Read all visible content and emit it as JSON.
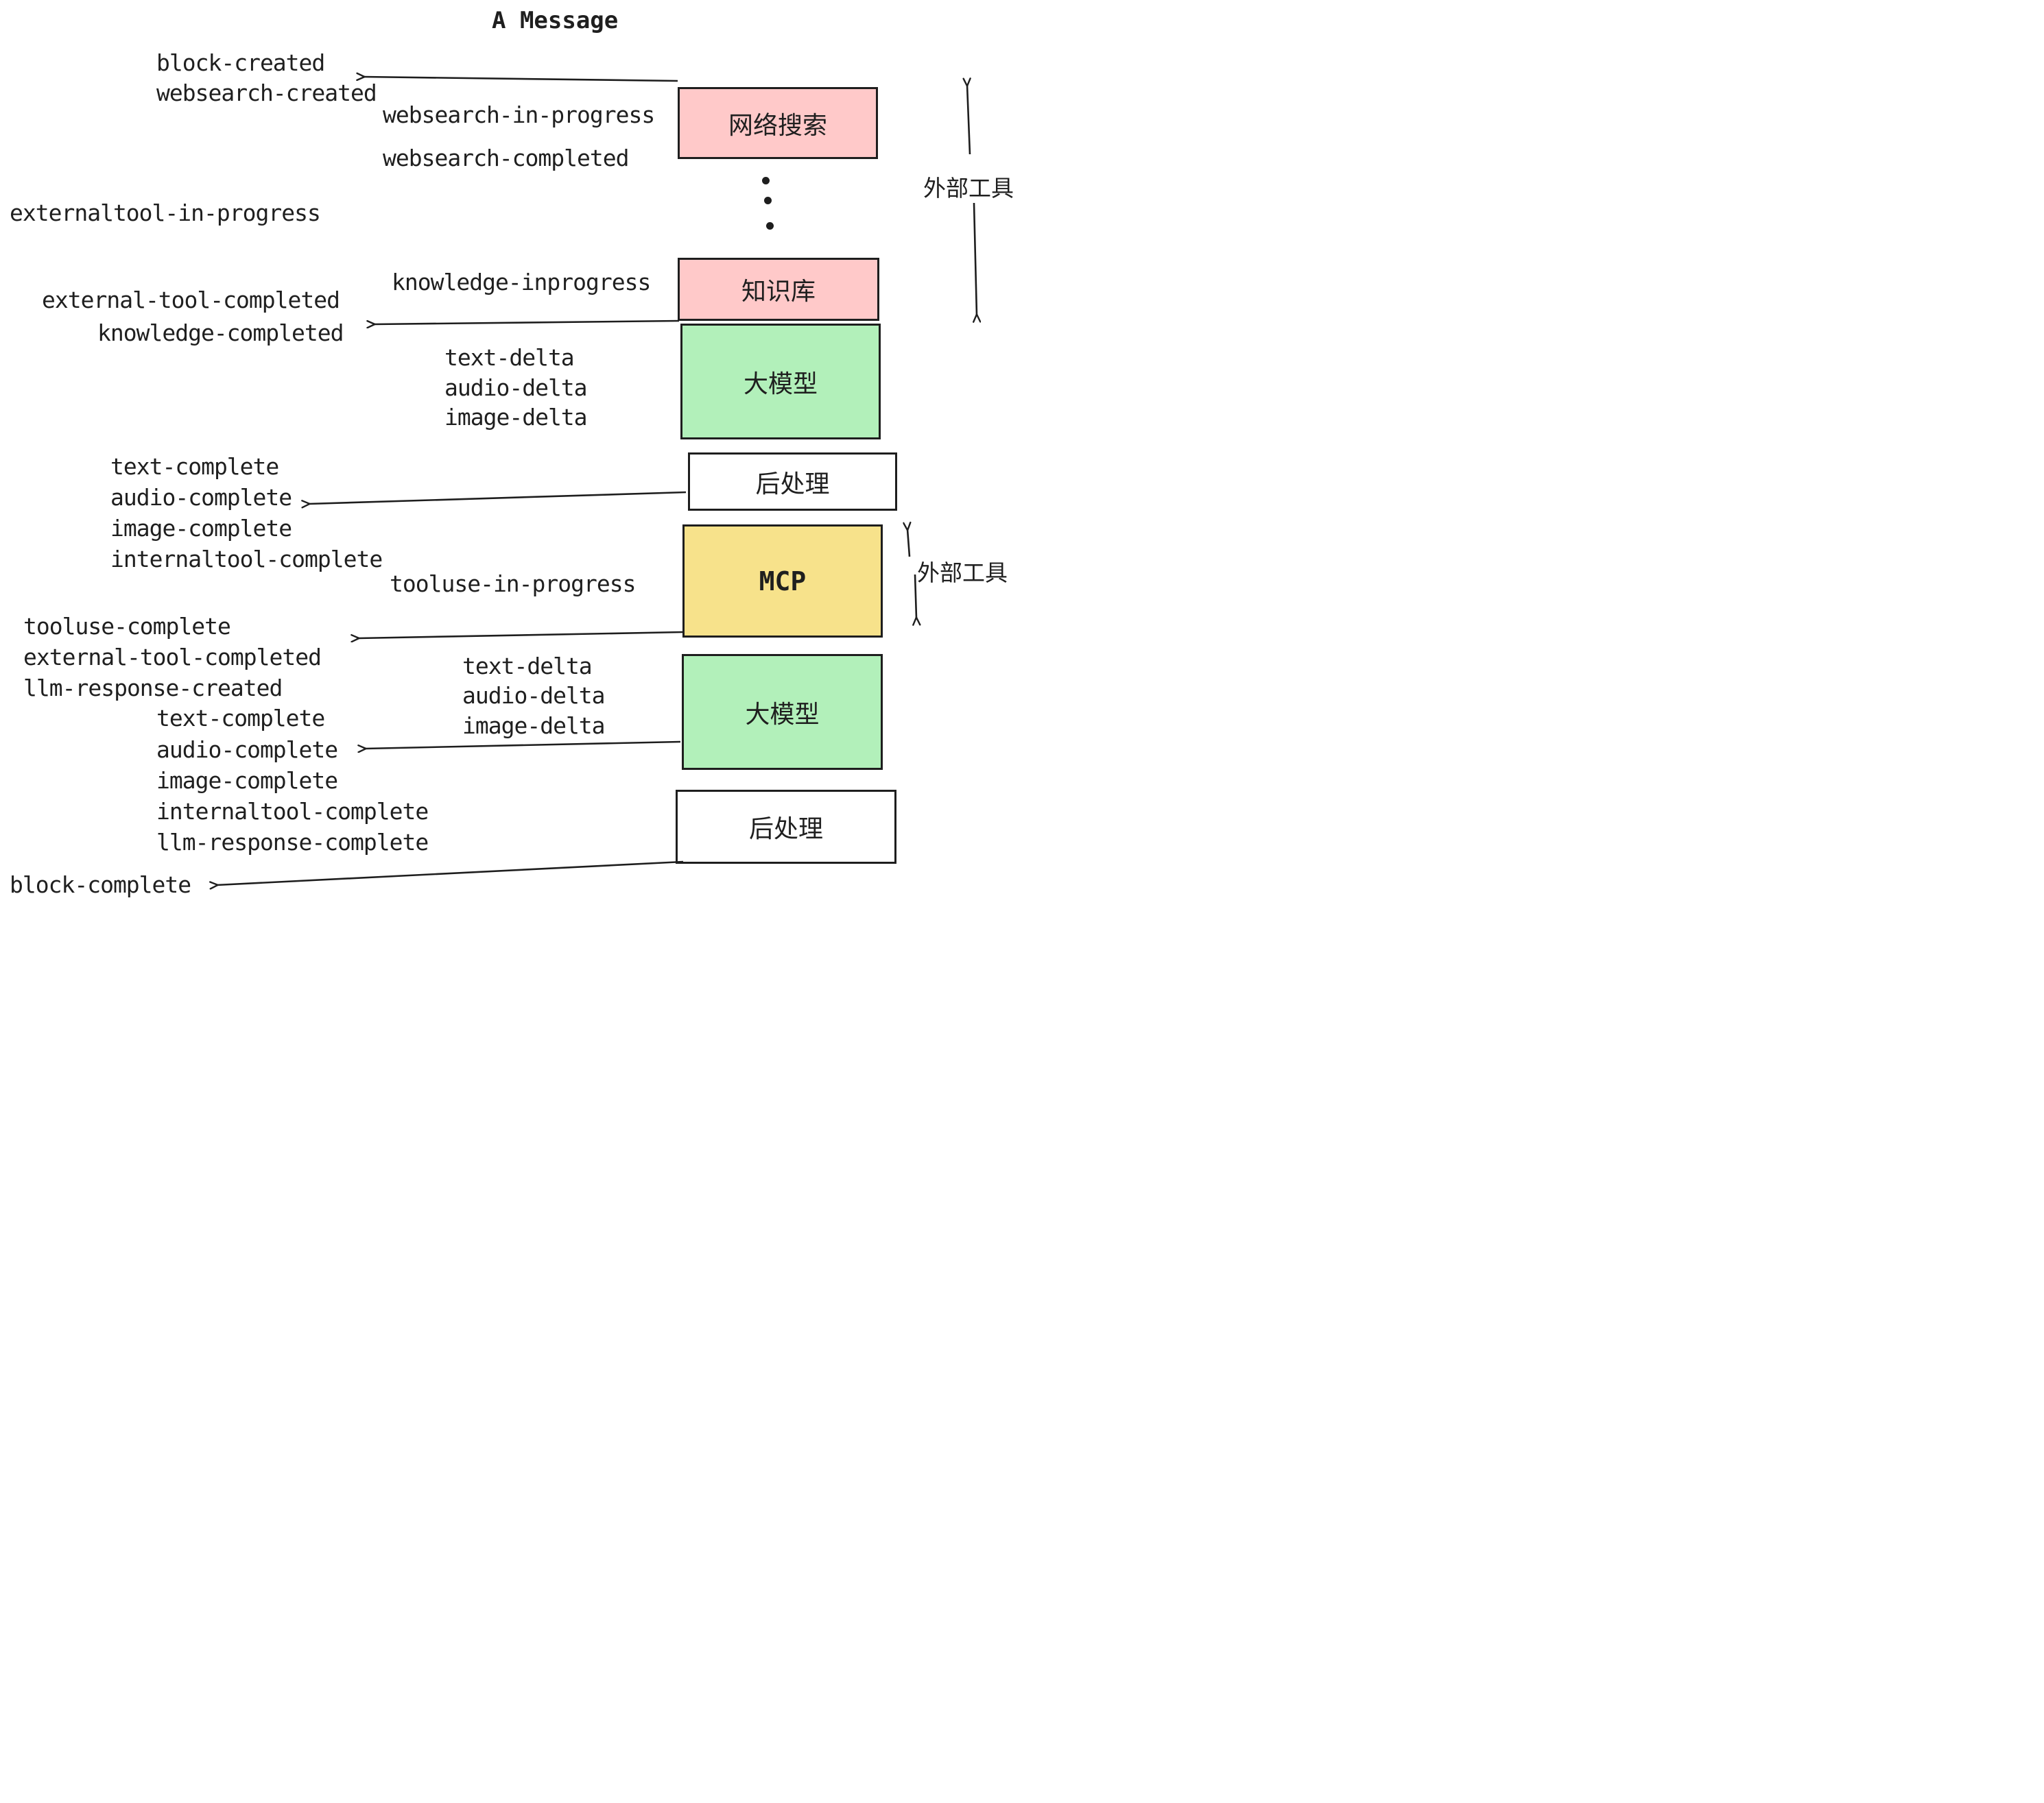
{
  "title": "A Message",
  "colors": {
    "box_pink": "#ffc9c9",
    "box_green": "#b2f0ba",
    "box_yellow": "#f7e28b",
    "box_white": "#ffffff",
    "border": "#1e1e1e",
    "text": "#1f1f1f",
    "background": "#ffffff"
  },
  "boxes": [
    {
      "id": "websearch",
      "label": "网络搜索",
      "color": "#ffc9c9"
    },
    {
      "id": "knowledge",
      "label": "知识库",
      "color": "#ffc9c9"
    },
    {
      "id": "llm-1",
      "label": "大模型",
      "color": "#b2f0ba"
    },
    {
      "id": "postprocess-1",
      "label": "后处理",
      "color": "#ffffff"
    },
    {
      "id": "mcp",
      "label": "MCP",
      "color": "#f7e28b"
    },
    {
      "id": "llm-2",
      "label": "大模型",
      "color": "#b2f0ba"
    },
    {
      "id": "postprocess-2",
      "label": "后处理",
      "color": "#ffffff"
    }
  ],
  "side_annotations": [
    {
      "id": "external-tools-top",
      "label": "外部工具"
    },
    {
      "id": "external-tools-bottom",
      "label": "外部工具"
    }
  ],
  "events": [
    {
      "text": "block-created"
    },
    {
      "text": "websearch-created"
    },
    {
      "text": "websearch-in-progress"
    },
    {
      "text": "websearch-completed"
    },
    {
      "text": "externaltool-in-progress"
    },
    {
      "text": "knowledge-inprogress"
    },
    {
      "text": "external-tool-completed"
    },
    {
      "text": "knowledge-completed"
    },
    {
      "text": "text-delta"
    },
    {
      "text": "audio-delta"
    },
    {
      "text": "image-delta"
    },
    {
      "text": "text-complete"
    },
    {
      "text": "audio-complete"
    },
    {
      "text": "image-complete"
    },
    {
      "text": "internaltool-complete"
    },
    {
      "text": "tooluse-in-progress"
    },
    {
      "text": "tooluse-complete"
    },
    {
      "text": "external-tool-completed"
    },
    {
      "text": "llm-response-created"
    },
    {
      "text": "text-delta"
    },
    {
      "text": "audio-delta"
    },
    {
      "text": "image-delta"
    },
    {
      "text": "text-complete"
    },
    {
      "text": "audio-complete"
    },
    {
      "text": "image-complete"
    },
    {
      "text": "internaltool-complete"
    },
    {
      "text": "llm-response-complete"
    },
    {
      "text": "block-complete"
    }
  ],
  "arrows": [
    {
      "from": "websearch-box",
      "to": "block-created / websearch-created"
    },
    {
      "from": "knowledge-box",
      "to": "knowledge-completed"
    },
    {
      "from": "postprocess-1-box",
      "to": "image-complete"
    },
    {
      "from": "mcp-box",
      "to": "tooluse-complete / external-tool-completed"
    },
    {
      "from": "llm-2-box",
      "to": "audio-complete"
    },
    {
      "from": "postprocess-2-box",
      "to": "block-complete"
    }
  ]
}
